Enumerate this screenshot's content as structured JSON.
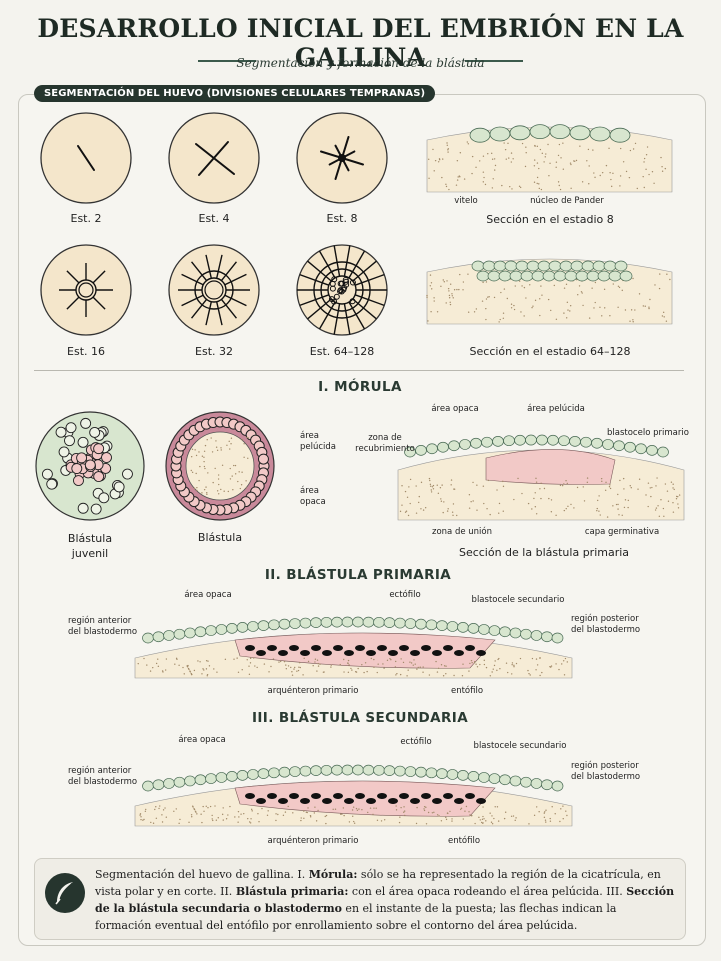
{
  "title": "DESARROLLO INICIAL DEL EMBRIÓN EN LA GALLINA",
  "subtitle": "Segmentación y formación de la blástula",
  "segmentation": {
    "heading": "SEGMENTACIÓN DEL HUEVO (DIVISIONES CELULARES TEMPRANAS)",
    "stages": [
      "Est. 2",
      "Est. 4",
      "Est. 8",
      "Est. 16",
      "Est. 32",
      "Est. 64–128"
    ],
    "section8": {
      "vitelo": "vitelo",
      "nucleo": "núcleo de Pander",
      "caption": "Sección en el estadio 8"
    },
    "section64": {
      "caption": "Sección en el estadio 64–128"
    }
  },
  "morula": {
    "heading": "I.  MÓRULA",
    "blastula_juvenil": "Blástula\njuvenil",
    "blastula": "Blástula",
    "area_pelucida_side": "área\npelúcida",
    "area_opaca_side": "área\nopaca",
    "area_opaca": "área opaca",
    "area_pelucida": "área pelúcida",
    "zona_recubrimiento": "zona de\nrecubrimiento",
    "blastocelo_primario": "blastocelo primario",
    "zona_union": "zona de unión",
    "capa_germinativa": "capa germinativa",
    "section_caption": "Sección de la blástula primaria"
  },
  "primaria": {
    "heading": "II.  BLÁSTULA PRIMARIA",
    "area_opaca": "área opaca",
    "ectofilo": "ectófilo",
    "blastocele_secundario": "blastocele secundario",
    "region_anterior": "región anterior\ndel blastodermo",
    "region_posterior": "región posterior\ndel blastodermo",
    "arqueenteron": "arquénteron primario",
    "entofilo": "entófilo"
  },
  "secundaria": {
    "heading": "III.  BLÁSTULA SECUNDARIA",
    "area_opaca": "área opaca",
    "ectofilo": "ectófilo",
    "blastocele_secundario": "blastocele secundario",
    "region_anterior": "región anterior\ndel blastodermo",
    "region_posterior": "región posterior\ndel blastodermo",
    "arqueenteron": "arquénteron primario",
    "entofilo": "entófilo"
  },
  "caption": {
    "p1": "Segmentación del huevo de gallina. I. ",
    "b1": "Mórula:",
    "p2": " sólo se ha representado la región de la cicatrícula, en vista polar y en corte. II. ",
    "b2": "Blástula primaria:",
    "p3": " con el área opaca rodeando el área pelúcida. III. ",
    "b3": "Sección de la blástula secundaria o blastodermo",
    "p4": " en el instante de la puesta; las flechas indican la formación eventual del entófilo por enrollamiento sobre el contorno del área pelúcida."
  },
  "icons": {
    "caption": "feather-icon"
  },
  "colors": {
    "egg": "#f4e6cb",
    "dark": "#26352e",
    "cell": "#d8e6cf",
    "pink": "#f2c9c7",
    "yolk": "#f6ecd6"
  }
}
